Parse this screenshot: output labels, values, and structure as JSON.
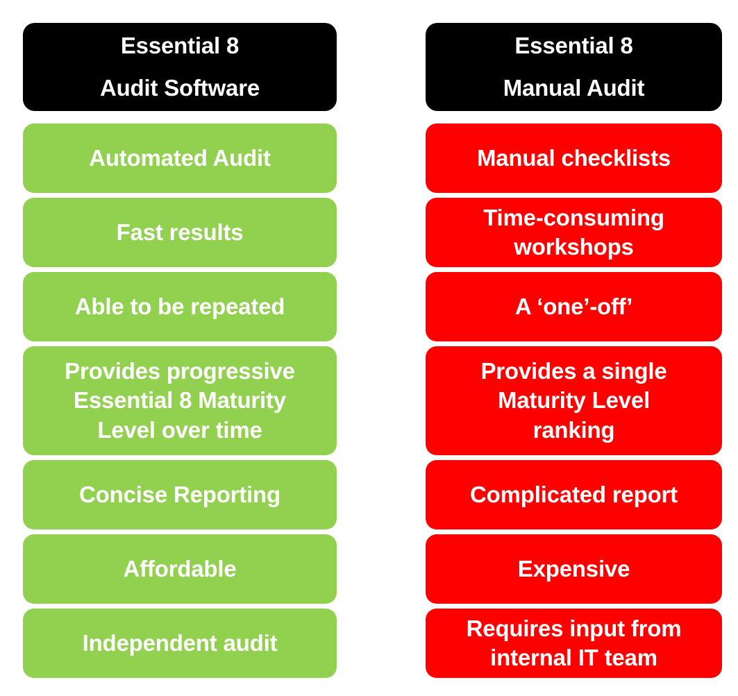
{
  "colors": {
    "page_bg": "#FFFFFF",
    "header_bg": "#000000",
    "positive_green": "#92D050",
    "negative_red": "#FF0000",
    "text": "#FFFFFF"
  },
  "columns": [
    {
      "id": "audit-software",
      "header": "Essential 8\nAudit Software",
      "items": [
        "Automated Audit",
        "Fast results",
        "Able to be repeated",
        "Provides progressive\nEssential 8 Maturity\nLevel over time",
        "Concise Reporting",
        "Affordable",
        "Independent audit"
      ]
    },
    {
      "id": "manual-audit",
      "header": "Essential 8\nManual Audit",
      "items": [
        "Manual checklists",
        "Time-consuming\nworkshops",
        "A ‘one’-off’",
        "Provides a single\nMaturity Level\nranking",
        "Complicated report",
        "Expensive",
        "Requires input from\ninternal IT team"
      ]
    }
  ]
}
